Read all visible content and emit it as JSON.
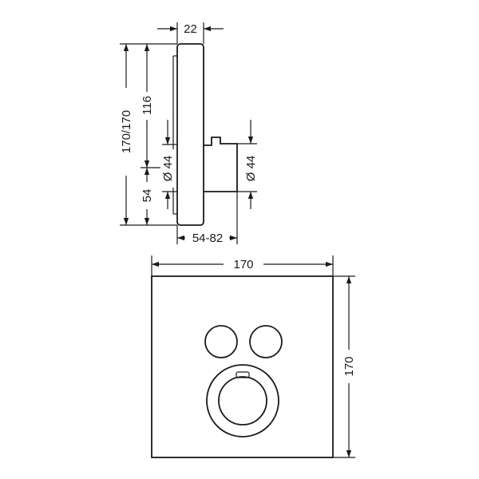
{
  "side_view": {
    "labels": {
      "depth_plate": "22",
      "total_height": "170/170",
      "upper_height": "116",
      "lower_height": "54",
      "diameter_left": "Ø 44",
      "diameter_right": "Ø 44",
      "depth_range": "54-82"
    }
  },
  "front_view": {
    "labels": {
      "width": "170",
      "height": "170"
    }
  }
}
